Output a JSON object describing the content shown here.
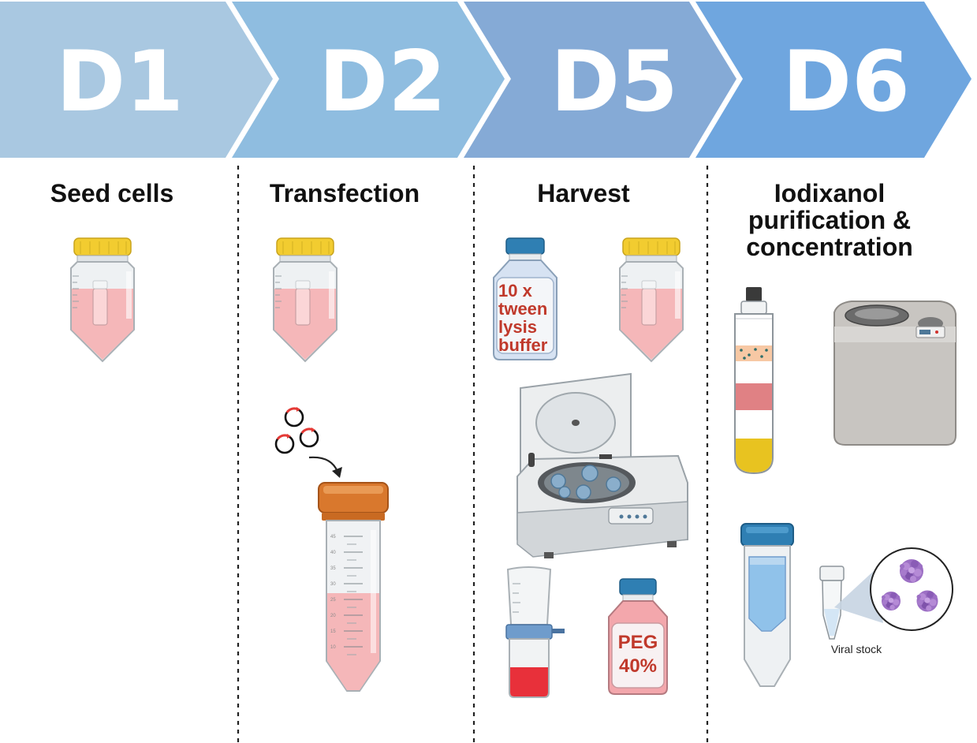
{
  "timeline": [
    {
      "day": "D1",
      "color": "#a9c8e1"
    },
    {
      "day": "D2",
      "color": "#8fbde0"
    },
    {
      "day": "D5",
      "color": "#85aad6"
    },
    {
      "day": "D6",
      "color": "#6fa6df"
    }
  ],
  "steps": [
    {
      "title_lines": [
        "Seed cells"
      ]
    },
    {
      "title_lines": [
        "Transfection"
      ]
    },
    {
      "title_lines": [
        "Harvest"
      ]
    },
    {
      "title_lines": [
        "Iodixanol",
        "purification &",
        "concentration"
      ]
    }
  ],
  "labels": {
    "lysis_buffer_lines": [
      "10 x",
      "tween",
      "lysis",
      "buffer"
    ],
    "peg_lines": [
      "PEG",
      "40%"
    ],
    "viral_stock": "Viral stock"
  },
  "tube_graduations": [
    "45",
    "40",
    "35",
    "30",
    "25",
    "20",
    "15",
    "10"
  ],
  "colors": {
    "cap_yellow": "#f2cc30",
    "media_pink": "#f5b7b9",
    "cap_orange": "#d9782d",
    "cap_blue": "#2f7fb3",
    "bottle_blue": "#d6e2f2",
    "filtrate_red": "#e8303a",
    "band_red": "#e08184",
    "band_yellow": "#e8c320",
    "band_peach": "#f7c8a4",
    "virus_purple": "#9c6fc4",
    "divider": "#222222"
  }
}
